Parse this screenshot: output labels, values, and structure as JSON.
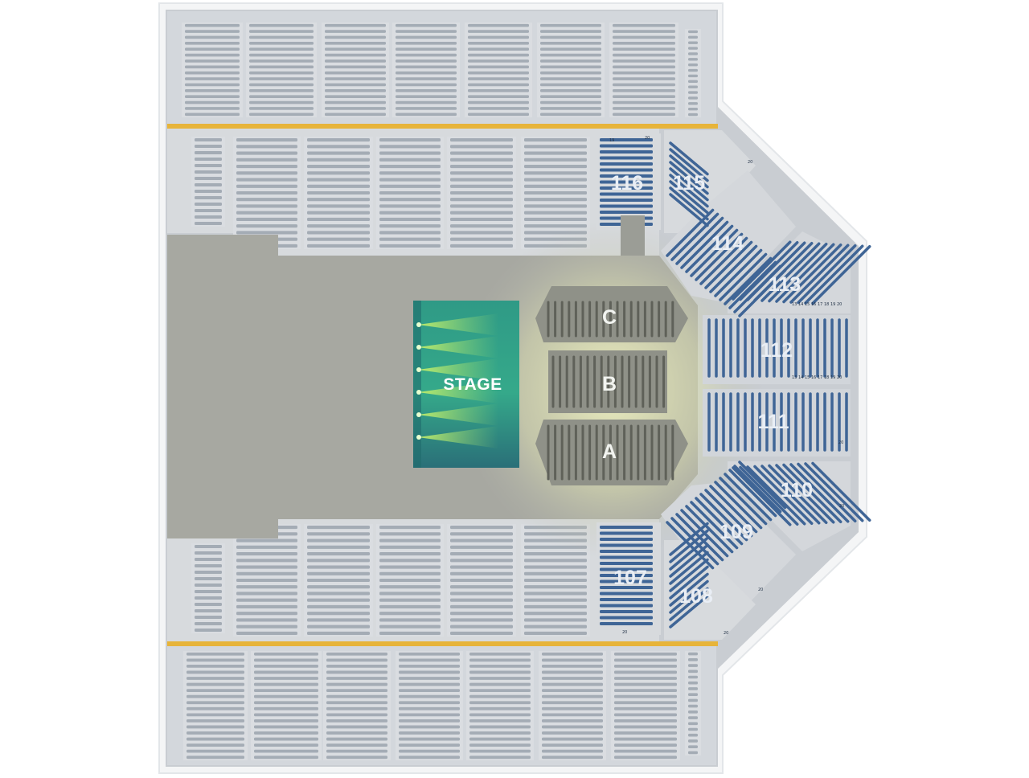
{
  "stage": {
    "label": "STAGE"
  },
  "floor_sections": [
    {
      "id": "C",
      "label": "C"
    },
    {
      "id": "B",
      "label": "B"
    },
    {
      "id": "A",
      "label": "A"
    }
  ],
  "sections": [
    {
      "id": "116",
      "label": "116"
    },
    {
      "id": "115",
      "label": "115"
    },
    {
      "id": "114",
      "label": "114"
    },
    {
      "id": "113",
      "label": "113"
    },
    {
      "id": "112",
      "label": "112"
    },
    {
      "id": "111",
      "label": "111"
    },
    {
      "id": "110",
      "label": "110"
    },
    {
      "id": "109",
      "label": "109"
    },
    {
      "id": "108",
      "label": "108"
    },
    {
      "id": "107",
      "label": "107"
    }
  ],
  "row_numbers": {
    "s116": [
      "19",
      "20"
    ],
    "s115": [
      "20"
    ],
    "s113": [
      "13",
      "14",
      "15",
      "16",
      "17",
      "18",
      "19",
      "20"
    ],
    "s112": [
      "13",
      "14",
      "15",
      "16",
      "17",
      "18",
      "19",
      "20"
    ],
    "s111": [
      "20"
    ],
    "s110": [
      "20"
    ],
    "s109": [
      "20"
    ],
    "s108": [
      "20"
    ],
    "s107": [
      "20"
    ]
  },
  "colors": {
    "available_seats": "#3f6596",
    "unavailable_seats": "#9aa3ad",
    "concourse_stripe": "#e7b43a",
    "stage": "#2fa386",
    "floor": "#a5a69e"
  }
}
